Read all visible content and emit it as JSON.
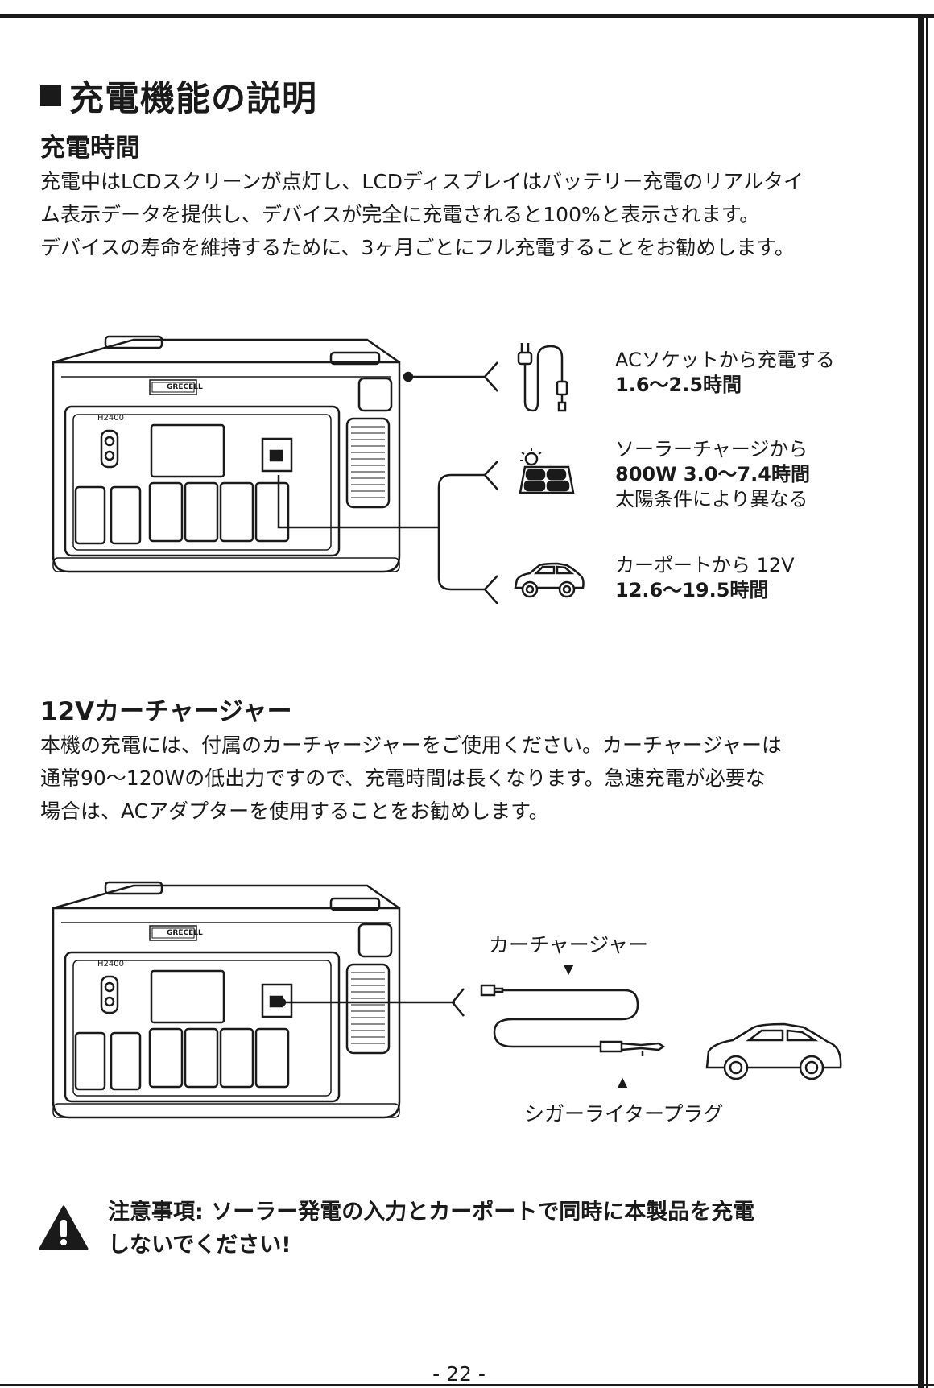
{
  "section": {
    "title": "充電機能の説明"
  },
  "charging_time": {
    "heading": "充電時間",
    "paragraph": [
      "充電中はLCDスクリーンが点灯し、LCDディスプレイはバッテリー充電のリアルタイ",
      "ム表示データを提供し、デバイスが完全に充電されると100%と表示されます。",
      "デバイスの寿命を維持するために、3ヶ月ごとにフル充電することをお勧めします。"
    ],
    "options": [
      {
        "icon": "ac-plug-icon",
        "line1": "ACソケットから充電する",
        "line2": "1.6〜2.5時間",
        "line3": ""
      },
      {
        "icon": "solar-panel-icon",
        "line1": "ソーラーチャージから",
        "line2": "800W 3.0〜7.4時間",
        "line3": "太陽条件により異なる"
      },
      {
        "icon": "car-icon",
        "line1": "カーポートから 12V",
        "line2": "12.6〜19.5時間",
        "line3": ""
      }
    ]
  },
  "car_charger": {
    "heading": "12Vカーチャージャー",
    "paragraph": [
      "本機の充電には、付属のカーチャージャーをご使用ください。カーチャージャーは",
      "通常90〜120Wの低出力ですので、充電時間は長くなります。急速充電が必要な",
      "場合は、ACアダプターを使用することをお勧めします。"
    ],
    "callout_top": "カーチャージャー",
    "callout_bottom": "シガーライタープラグ"
  },
  "device": {
    "brand": "GRECELL",
    "model": "H2400"
  },
  "warning": {
    "lines": [
      "注意事項: ソーラー発電の入力とカーポートで同時に本製品を充電",
      "しないでください!"
    ]
  },
  "footer": {
    "page": "- 22 -"
  },
  "colors": {
    "ink": "#1a1a1a",
    "paper": "#ffffff"
  }
}
